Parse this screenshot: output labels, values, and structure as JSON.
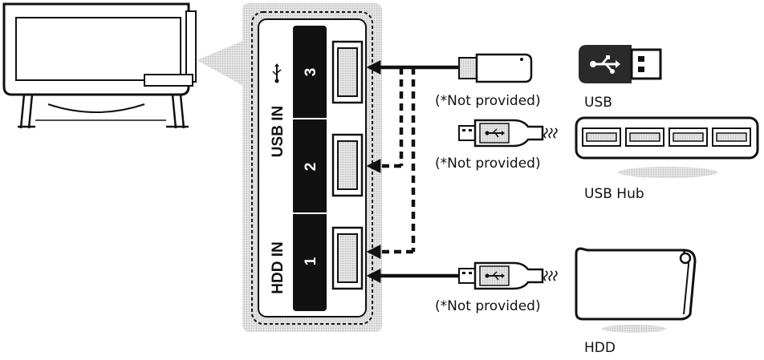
{
  "panel": {
    "usb_in_label": "USB IN",
    "hdd_in_label": "HDD IN",
    "ports": [
      {
        "number": "3"
      },
      {
        "number": "2"
      },
      {
        "number": "1"
      }
    ]
  },
  "cables": [
    {
      "note": "(*Not provided)"
    },
    {
      "note": "(*Not provided)"
    },
    {
      "note": "(*Not provided)"
    }
  ],
  "devices": [
    {
      "label": "USB",
      "icon": "usb-stick-icon"
    },
    {
      "label": "USB Hub",
      "icon": "usb-hub-icon"
    },
    {
      "label": "HDD",
      "icon": "hdd-icon"
    }
  ],
  "colors": {
    "panel_gray": "#d6d6d6",
    "port_black": "#111111",
    "line": "#111111"
  }
}
